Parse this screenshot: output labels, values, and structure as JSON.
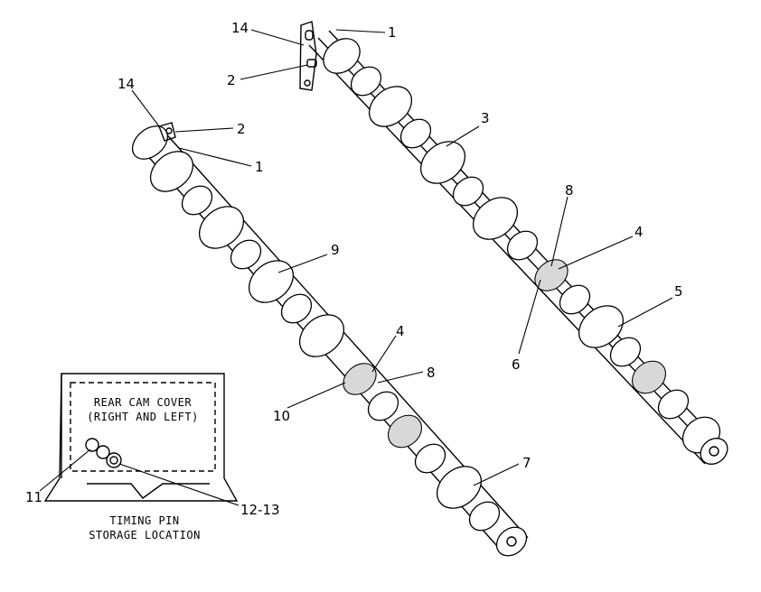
{
  "callouts": {
    "left_14": "14",
    "left_2": "2",
    "left_1": "1",
    "left_9": "9",
    "left_4": "4",
    "left_8": "8",
    "left_10": "10",
    "left_7": "7",
    "right_14": "14",
    "right_1": "1",
    "right_2": "2",
    "right_3": "3",
    "right_8": "8",
    "right_4": "4",
    "right_5": "5",
    "right_6": "6",
    "inset_11": "11",
    "inset_12_13": "12-13"
  },
  "inset": {
    "cover_title_line1": "REAR CAM COVER",
    "cover_title_line2": "(RIGHT AND LEFT)",
    "caption_line1": "TIMING PIN",
    "caption_line2": "STORAGE LOCATION"
  }
}
